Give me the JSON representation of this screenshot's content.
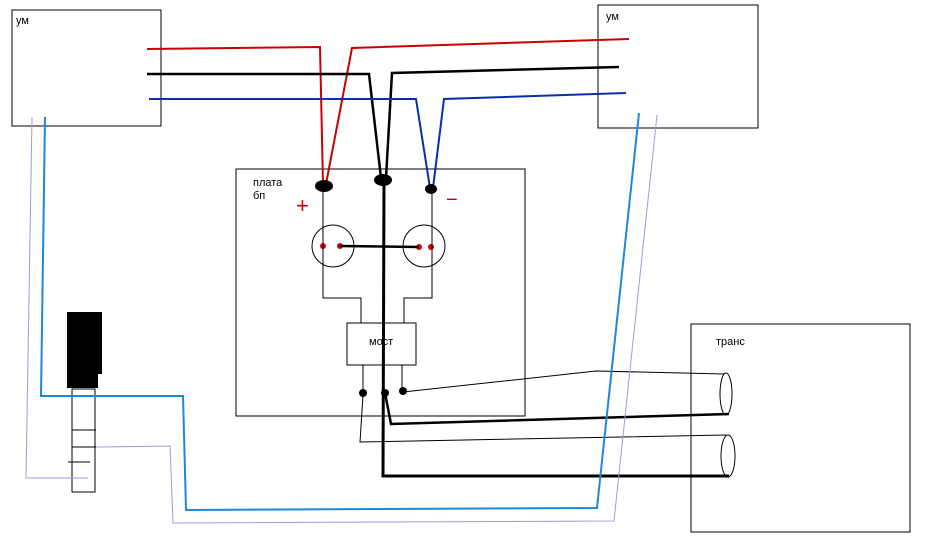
{
  "labels": {
    "amp_left": "ум",
    "amp_right": "ум",
    "psu_board_line1": "плата",
    "psu_board_line2": "бп",
    "bridge": "мост",
    "transformer": "транс",
    "plus_sign": "+",
    "minus_sign": "−"
  },
  "colors": {
    "positive_wire": "#cc0000",
    "ground_wire": "#000000",
    "negative_wire": "#0a2ea8",
    "signal_wire_bright": "#1e88d8",
    "signal_wire_pale": "#9a9ee0",
    "capacitor_terminal": "#dd0000"
  }
}
